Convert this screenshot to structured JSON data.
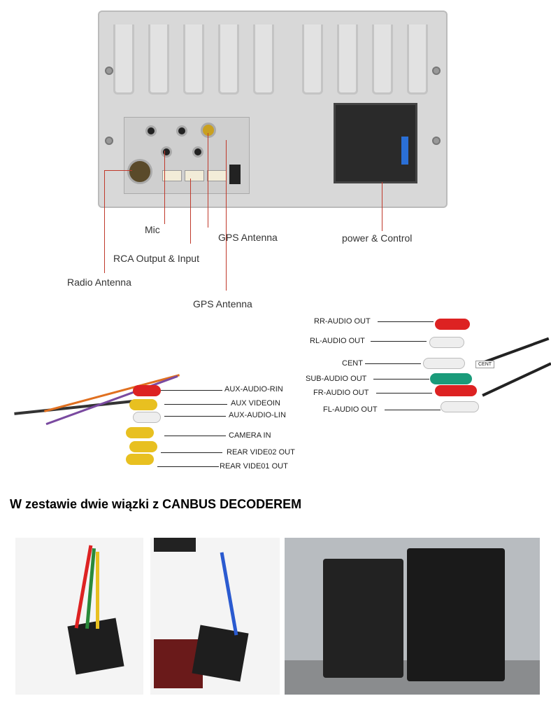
{
  "head_unit_labels": {
    "mic": "Mic",
    "rca": "RCA Output & Input",
    "radio": "Radio Antenna",
    "gps1": "GPS Antenna",
    "gps2": "GPS Antenna",
    "power": "power & Control"
  },
  "left_harness": [
    "AUX-AUDIO-RIN",
    "AUX VIDEOIN",
    "AUX-AUDIO-LIN",
    "CAMERA IN",
    "REAR VIDE02 OUT",
    "REAR VIDE01 OUT"
  ],
  "right_harness": [
    "RR-AUDIO OUT",
    "RL-AUDIO OUT",
    "CENT",
    "SUB-AUDIO OUT",
    "FR-AUDIO OUT",
    "FL-AUDIO OUT"
  ],
  "cable_tag": "CENT",
  "caption": "W zestawie dwie wiązki z CANBUS DECODEREM",
  "colors": {
    "red": "#c0392b",
    "yellow": "#e8c020",
    "white": "#eeeeee",
    "green": "#1a9b7a"
  }
}
